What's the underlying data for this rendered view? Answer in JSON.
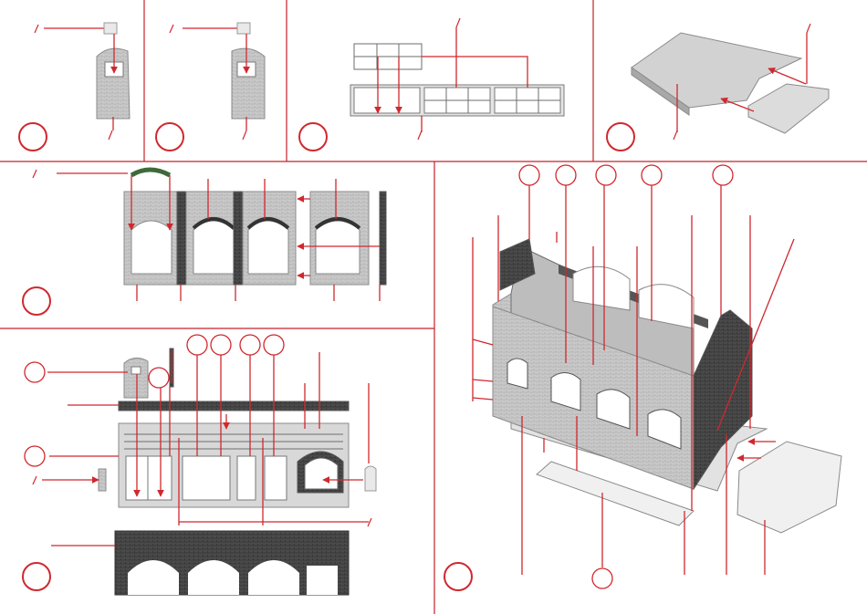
{
  "colors": {
    "accent": "#d0282e",
    "part_grey": "#bdbdbd",
    "dark_wall": "#3a3a3a"
  },
  "sections": [
    {
      "name": "step-1-window-left",
      "label_text": ""
    },
    {
      "name": "step-2-window-right",
      "label_text": ""
    },
    {
      "name": "step-3-window-frames",
      "label_text": ""
    },
    {
      "name": "step-4-roof",
      "label_text": ""
    },
    {
      "name": "step-5-arched-walls",
      "label_text": ""
    },
    {
      "name": "step-6-wall-assembly",
      "label_text": ""
    },
    {
      "name": "step-7-final-assembly",
      "label_text": ""
    }
  ],
  "icons": [
    "arrow-icon",
    "step-marker-icon",
    "part-number-circle-icon"
  ]
}
